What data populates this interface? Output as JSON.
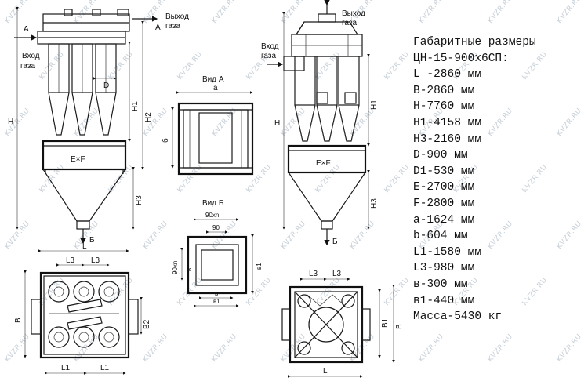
{
  "drawing": {
    "labels": {
      "gas_outlet_1": "Выход",
      "gas_outlet_2": "газа",
      "gas_inlet_1": "Вход",
      "gas_inlet_2": "газа",
      "arrow_a": "А",
      "arrow_b": "Б",
      "view_a": "Вид А",
      "view_b": "Вид Б",
      "exf": "E×F",
      "d": "D",
      "h": "H",
      "h1": "H1",
      "h2": "H2",
      "h3": "H3",
      "a_small": "а",
      "b_small": "б",
      "v_small": "в",
      "v1_small": "в1",
      "dim_90xn": "90хn",
      "dim_90": "90",
      "l": "L",
      "l1": "L1",
      "l3": "L3",
      "b_cap": "B",
      "b1": "B1",
      "b2": "B2"
    },
    "watermark": "KVZR.RU"
  },
  "spec": {
    "lines": [
      "Габаритные размеры",
      "ЦН-15-900х6СП:",
      "L -2860 мм",
      "B-2860 мм",
      "H-7760 мм",
      "H1-4158 мм",
      "H3-2160 мм",
      "D-900 мм",
      "D1-530 мм",
      "E-2700 мм",
      "F-2800 мм",
      "a-1624 мм",
      "b-604 мм",
      "L1-1580 мм",
      "L3-980 мм",
      "в-300 мм",
      "в1-440 мм",
      "Масса-5430 кг"
    ]
  }
}
